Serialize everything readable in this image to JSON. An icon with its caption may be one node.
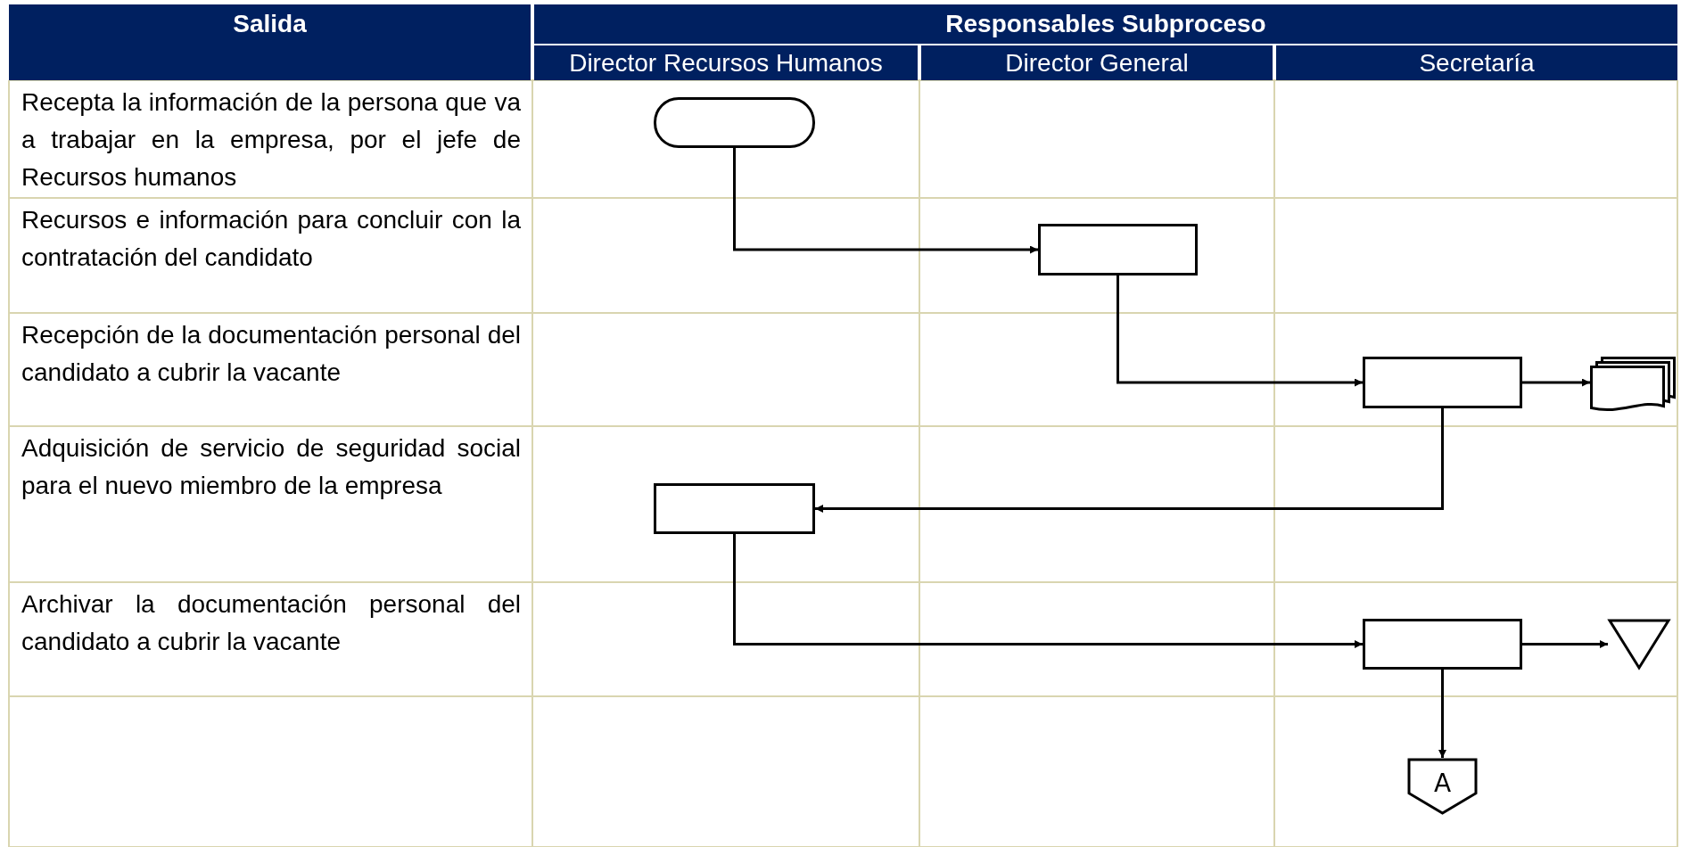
{
  "diagram": {
    "nodes": [
      {
        "text": [],
        "shape": "terminator"
      },
      {
        "text": [],
        "shape": "box"
      },
      {
        "text": [],
        "shape": "box"
      },
      {
        "text": [],
        "shape": "document"
      },
      {
        "text": [],
        "shape": "box"
      },
      {
        "text": [],
        "shape": "box"
      },
      {
        "text": [],
        "shape": "triangle"
      },
      {
        "text": [
          "A"
        ]
      }
    ],
    "edges": [
      {
        "from": 0,
        "to": 1,
        "arrow": "to"
      },
      {
        "from": 1,
        "to": 2,
        "arrow": "to"
      },
      {
        "from": 2,
        "to": 3,
        "arrow": "to"
      },
      {
        "from": 2,
        "to": 4,
        "arrow": "to"
      },
      {
        "from": 4,
        "to": 5,
        "arrow": "to"
      },
      {
        "from": 5,
        "to": 6,
        "arrow": "to"
      },
      {
        "from": 5,
        "to": 7,
        "arrow": "to"
      }
    ],
    "labels": [
      "Salida",
      "Responsables Subproceso",
      "Director Recursos Humanos",
      "Director General",
      "Secretaría",
      "Recepta la información de la persona que va a trabajar en la empresa, por el jefe de Recursos humanos",
      "Recursos e información para concluir con la contratación del candidato",
      "Recepción de  la documentación personal del candidato a cubrir la vacante",
      "Adquisición de servicio de seguridad social para el nuevo miembro de la empresa",
      "Archivar la documentación personal del candidato a cubrir la vacante"
    ]
  }
}
